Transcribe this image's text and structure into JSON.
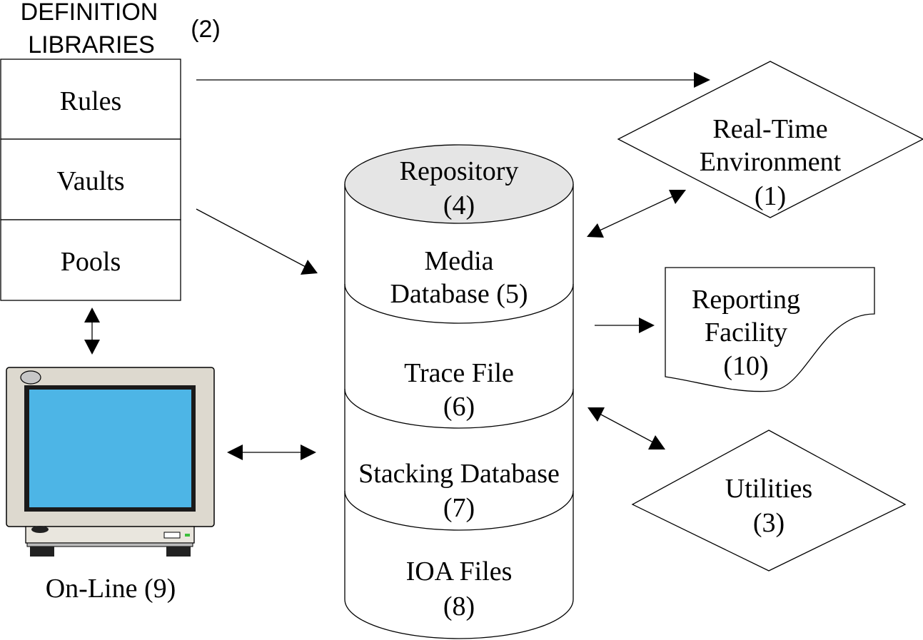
{
  "definition_libraries": {
    "title_line1": "DEFINITION",
    "title_line2": "LIBRARIES",
    "number": "(2)",
    "items": [
      "Rules",
      "Vaults",
      "Pools"
    ]
  },
  "repository": {
    "segments": [
      {
        "line1": "Repository",
        "line2": "(4)"
      },
      {
        "line1": "Media",
        "line2": "Database (5)"
      },
      {
        "line1": "Trace File",
        "line2": "(6)"
      },
      {
        "line1": "Stacking Database",
        "line2": "(7)"
      },
      {
        "line1": "IOA Files",
        "line2": "(8)"
      }
    ]
  },
  "real_time": {
    "line1": "Real-Time",
    "line2": "Environment",
    "line3": "(1)"
  },
  "reporting": {
    "line1": "Reporting",
    "line2": "Facility",
    "line3": "(10)"
  },
  "utilities": {
    "line1": "Utilities",
    "line2": "(3)"
  },
  "online": {
    "label": "On-Line (9)"
  },
  "colors": {
    "screen": "#4db5e6",
    "monitor_body": "#ddd9cf",
    "repository_top": "#e5e5e5"
  }
}
